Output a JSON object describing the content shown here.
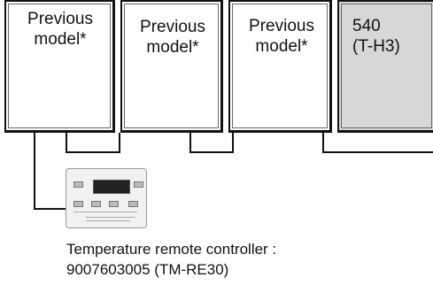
{
  "units": [
    {
      "line1": "Previous",
      "line2": "model*"
    },
    {
      "line1": "Previous",
      "line2": "model*"
    },
    {
      "line1": "Previous",
      "line2": "model*"
    },
    {
      "line1": "540",
      "line2": "(T-H3)"
    }
  ],
  "controller": {
    "caption_line1": "Temperature remote controller :",
    "caption_line2": "9007603005 (TM-RE30)"
  }
}
